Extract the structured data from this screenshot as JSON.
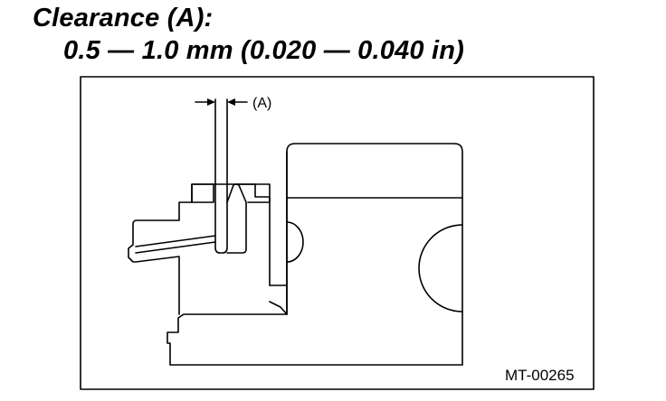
{
  "heading": {
    "title": "Clearance (A):",
    "spec": "0.5 — 1.0 mm (0.020 — 0.040 in)"
  },
  "figure": {
    "dimension_label": "(A)",
    "figure_id": "MT-00265",
    "colors": {
      "line": "#000000",
      "background": "#ffffff"
    }
  }
}
